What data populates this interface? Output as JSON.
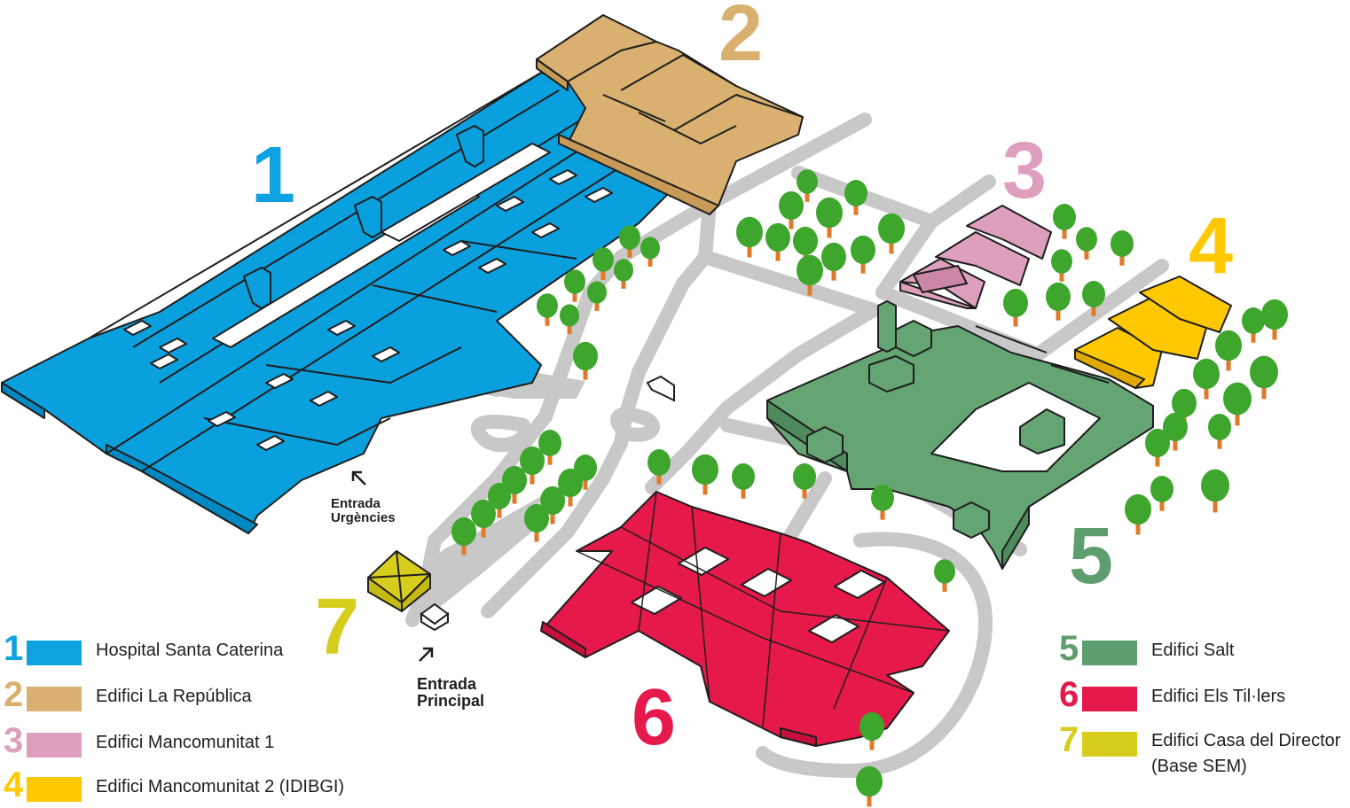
{
  "map": {
    "building_numbers": [
      "1",
      "2",
      "3",
      "4",
      "5",
      "6",
      "7"
    ],
    "entrances": {
      "urgencies": [
        "Entrada",
        "Urgències"
      ],
      "principal": [
        "Entrada",
        "Principal"
      ]
    }
  },
  "legend": {
    "left": [
      {
        "num": "1",
        "label": "Hospital Santa Caterina",
        "color": "#0ea2e0"
      },
      {
        "num": "2",
        "label": "Edifici La República",
        "color": "#d9b06f"
      },
      {
        "num": "3",
        "label": "Edifici Mancomunitat 1",
        "color": "#de9fbf"
      },
      {
        "num": "4",
        "label": "Edifici Mancomunitat 2 (IDIBGI)",
        "color": "#ffc800"
      }
    ],
    "right": [
      {
        "num": "5",
        "label": "Edifici Salt",
        "color": "#5e9e6e"
      },
      {
        "num": "6",
        "label": "Edifici Els Til·lers",
        "color": "#e5194a"
      },
      {
        "num": "7",
        "label": "Edifici Casa del Director",
        "label2": "(Base SEM)",
        "color": "#d6cd1c"
      }
    ]
  },
  "colors": {
    "road": "#c8c8c8",
    "tree_crown": "#3ea62d",
    "tree_trunk": "#e07a2a",
    "outline": "#1e1e1e"
  }
}
